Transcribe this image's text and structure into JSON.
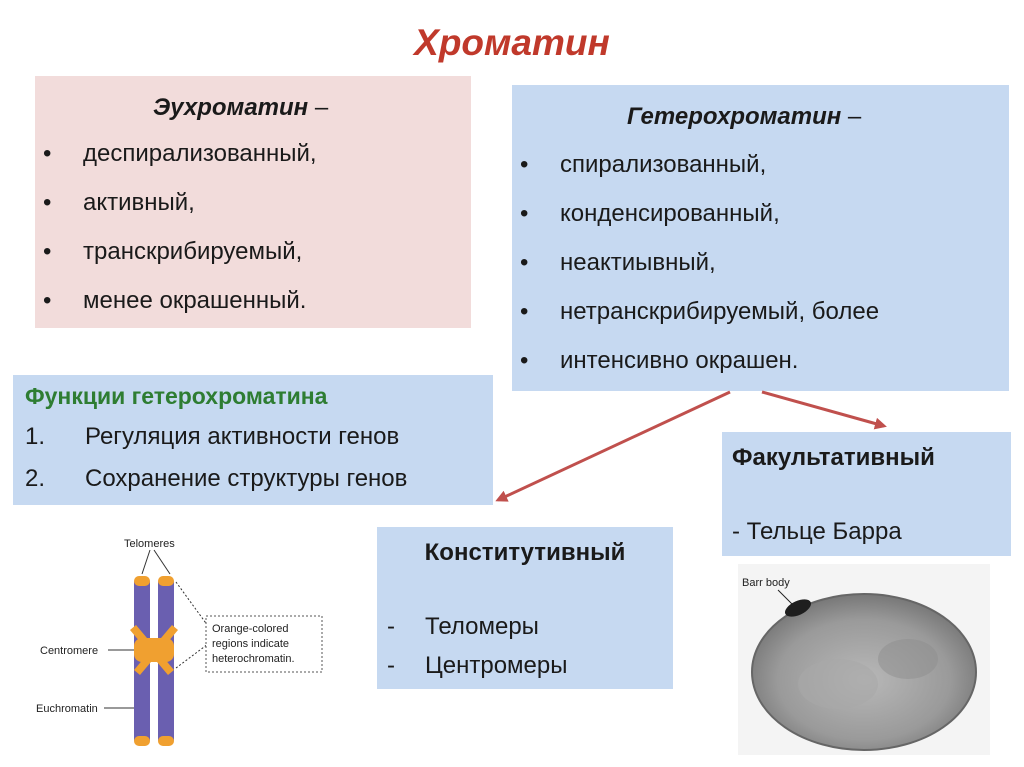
{
  "title": "Хроматин",
  "euchromatin": {
    "heading": "Эухроматин",
    "dash": "–",
    "items": [
      "деспирализованный,",
      "активный,",
      "транскрибируемый,",
      "менее окрашенный."
    ]
  },
  "heterochromatin": {
    "heading": "Гетерохроматин",
    "dash": "–",
    "items": [
      "спирализованный,",
      "конденсированный,",
      "неактиывный,",
      "нетранскрибируемый, более",
      "интенсивно окрашен."
    ]
  },
  "functions": {
    "heading": "Функции гетерохроматина",
    "items": [
      {
        "num": "1.",
        "text": "Регуляция активности генов"
      },
      {
        "num": "2.",
        "text": "Сохранение структуры генов"
      }
    ]
  },
  "constitutive": {
    "heading": "Конститутивный",
    "items": [
      {
        "mark": "-",
        "text": "Теломеры"
      },
      {
        "mark": "-",
        "text": "Центромеры"
      }
    ]
  },
  "facultative": {
    "heading": "Факультативный",
    "item": "- Тельце Барра"
  },
  "chromosome_figure": {
    "telomeres": "Telomeres",
    "centromere": "Centromere",
    "euchromatin": "Euchromatin",
    "note_lines": [
      "Orange-colored",
      "regions indicate",
      "heterochromatin."
    ]
  },
  "barr_figure": {
    "label": "Barr body"
  },
  "colors": {
    "title": "#c0392b",
    "pink_box": "#f2dcdb",
    "blue_box": "#c6d9f1",
    "functions_heading": "#2e7d32",
    "arrow": "#c0504d"
  }
}
